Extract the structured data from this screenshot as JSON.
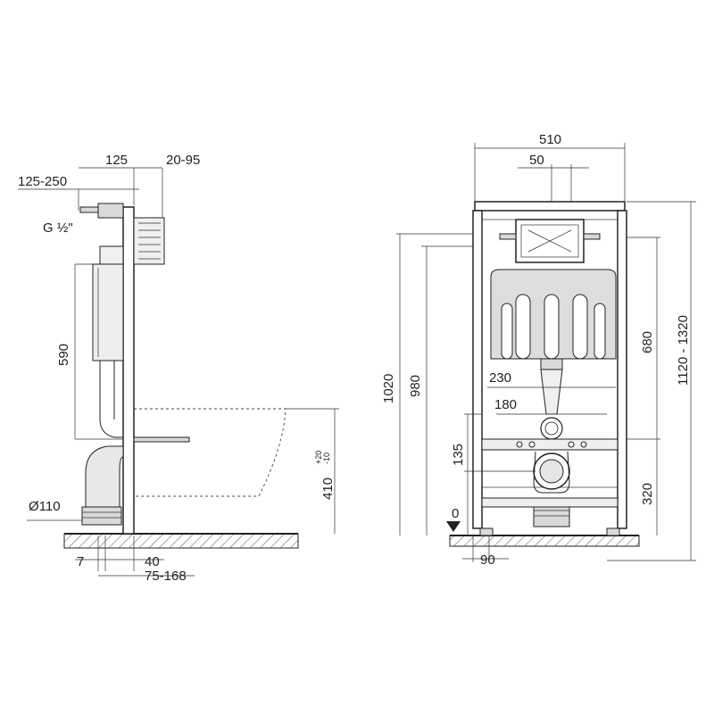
{
  "side_view": {
    "dim_125": "125",
    "dim_20_95": "20-95",
    "dim_125_250": "125-250",
    "water_connection": "G ½\"",
    "dim_590": "590",
    "dim_410": "410",
    "dim_410_tol_upper": "+20",
    "dim_410_tol_lower": "-10",
    "pipe_diameter": "Ø110",
    "dim_7": "7",
    "dim_40": "40",
    "dim_75_168": "75-168"
  },
  "front_view": {
    "dim_510": "510",
    "dim_50": "50",
    "dim_1020": "1020",
    "dim_980": "980",
    "dim_680": "680",
    "dim_1120_1320": "1120 - 1320",
    "dim_230": "230",
    "dim_180": "180",
    "dim_135": "135",
    "dim_320": "320",
    "floor_level": "0",
    "dim_90": "90"
  }
}
